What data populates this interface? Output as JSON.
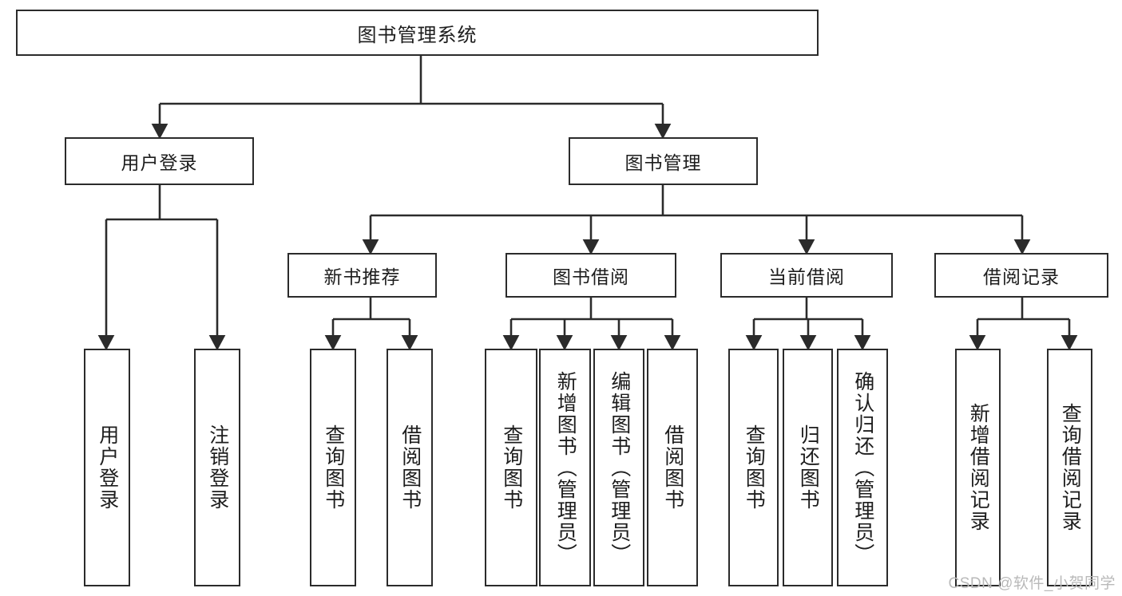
{
  "diagram": {
    "title": "图书管理系统",
    "type": "tree-diagram",
    "root": {
      "label": "图书管理系统"
    },
    "level1": [
      {
        "label": "用户登录"
      },
      {
        "label": "图书管理"
      }
    ],
    "level2": [
      {
        "label": "新书推荐"
      },
      {
        "label": "图书借阅"
      },
      {
        "label": "当前借阅"
      },
      {
        "label": "借阅记录"
      }
    ],
    "leaves": {
      "user_login": [
        {
          "label": "用户登录"
        },
        {
          "label": "注销登录"
        }
      ],
      "new_book": [
        {
          "label": "查询图书"
        },
        {
          "label": "借阅图书"
        }
      ],
      "book_borrow": [
        {
          "label": "查询图书"
        },
        {
          "label": "新增图书（管理员）"
        },
        {
          "label": "编辑图书（管理员）"
        },
        {
          "label": "借阅图书"
        }
      ],
      "current_borrow": [
        {
          "label": "查询图书"
        },
        {
          "label": "归还图书"
        },
        {
          "label": "确认归还（管理员）"
        }
      ],
      "borrow_record": [
        {
          "label": "新增借阅记录"
        },
        {
          "label": "查询借阅记录"
        }
      ]
    }
  },
  "watermark": {
    "text": "CSDN @软件_小贺同学"
  },
  "colors": {
    "stroke": "#2b2b2b",
    "text": "#1d1d1d",
    "background": "#ffffff",
    "watermark": "#b9b9b9"
  }
}
